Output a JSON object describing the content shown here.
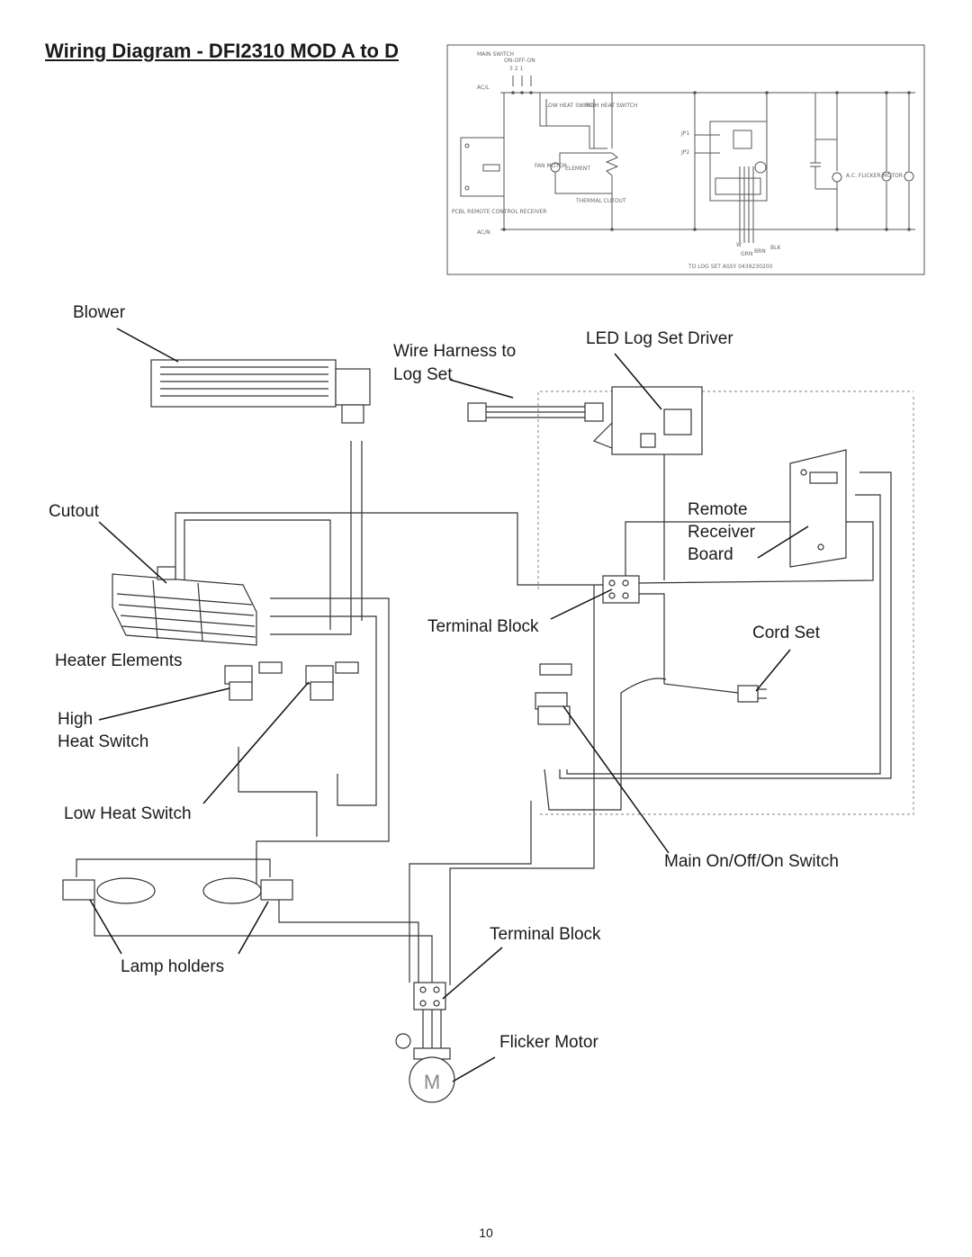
{
  "page": {
    "title": "Wiring Diagram - DFI2310 MOD A to D",
    "page_number": "10"
  },
  "schematic": {
    "main_switch": "MAIN SWITCH",
    "on_off_on": "ON-OFF-ON",
    "positions": "3 2 1",
    "ac_l": "AC/L",
    "ac_n": "AC/N",
    "low_heat_switch": "LOW HEAT SWITCH",
    "high_heat_switch": "HIGH HEAT SWITCH",
    "fan_motor": "FAN MOTOR",
    "element": "ELEMENT",
    "thermal_cutout": "THERMAL CUTOUT",
    "receiver": "PCBL REMOTE CONTROL RECEIVER",
    "jp1": "JP1",
    "jp2": "JP2",
    "ac_flicker_motor": "A.C. FLICKER MOTOR",
    "wire_w": "W",
    "wire_grn": "GRN",
    "wire_brn": "BRN",
    "wire_blk": "BLK",
    "log_set_assy": "TO LOG SET ASSY 0439230200"
  },
  "labels": {
    "blower": "Blower",
    "wire_harness_1": "Wire Harness to",
    "wire_harness_2": "Log Set",
    "led_driver": "LED Log Set Driver",
    "cutout": "Cutout",
    "remote_1": "Remote",
    "remote_2": "Receiver",
    "remote_3": "Board",
    "terminal_block_1": "Terminal Block",
    "cord_set": "Cord Set",
    "heater_elements": "Heater Elements",
    "high_1": "High",
    "high_2": "Heat Switch",
    "low_heat_switch": "Low Heat Switch",
    "main_switch": "Main On/Off/On Switch",
    "terminal_block_2": "Terminal Block",
    "lamp_holders": "Lamp holders",
    "flicker_motor": "Flicker Motor",
    "flicker_motor_letter": "M"
  }
}
